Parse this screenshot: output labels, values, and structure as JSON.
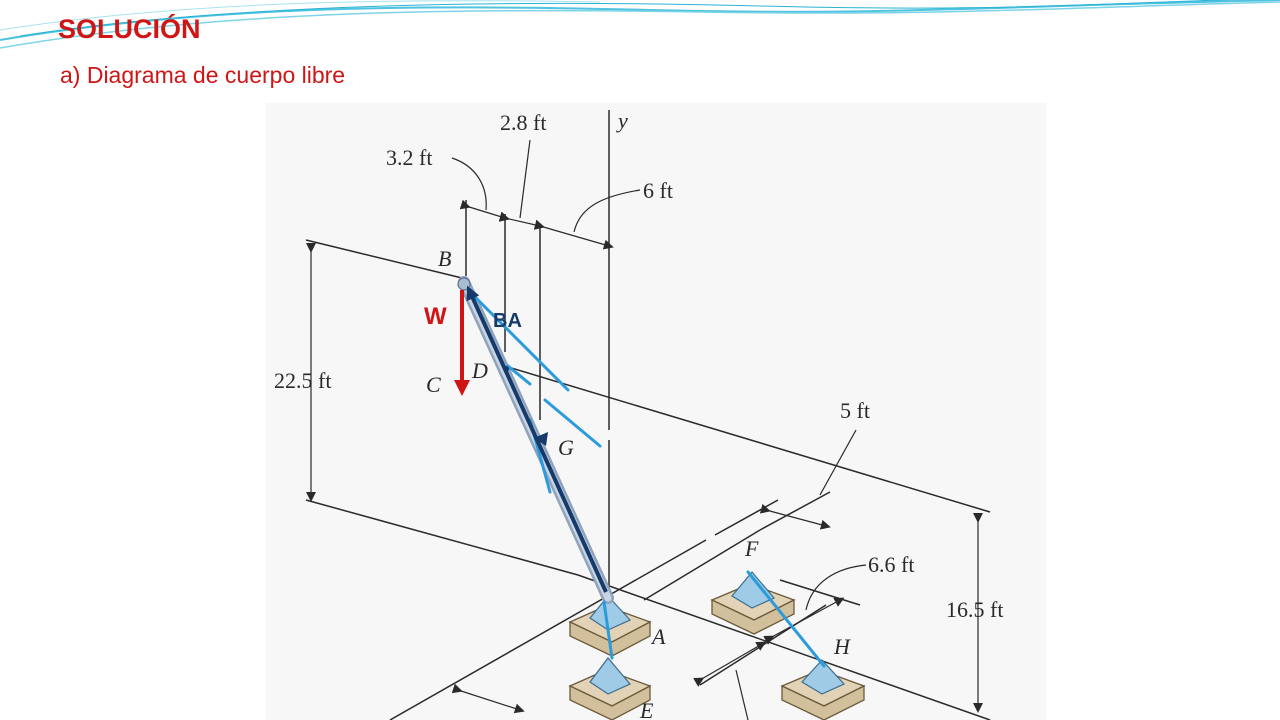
{
  "slide": {
    "title": "SOLUCIÓN",
    "subtitle": "a) Diagrama de cuerpo libre"
  },
  "figure": {
    "dimensions": {
      "d_3_2": "3.2 ft",
      "d_2_8": "2.8 ft",
      "d_6": "6 ft",
      "d_22_5": "22.5 ft",
      "d_5": "5 ft",
      "d_6_6": "6.6 ft",
      "d_16_5": "16.5 ft"
    },
    "axis_label": "y",
    "points": {
      "A": "A",
      "B": "B",
      "C": "C",
      "D": "D",
      "E": "E",
      "F": "F",
      "G": "G",
      "H": "H"
    },
    "forces": {
      "weight": "W",
      "member_force": "BA"
    },
    "colors": {
      "title": "#d01515",
      "weight_arrow": "#d01515",
      "member_arrow": "#163a6b",
      "cables": "#2c9bdc",
      "pole": "#b9c6d6",
      "support_base": "#e2d3b6",
      "support_pyramid": "#9fcbe6"
    }
  }
}
